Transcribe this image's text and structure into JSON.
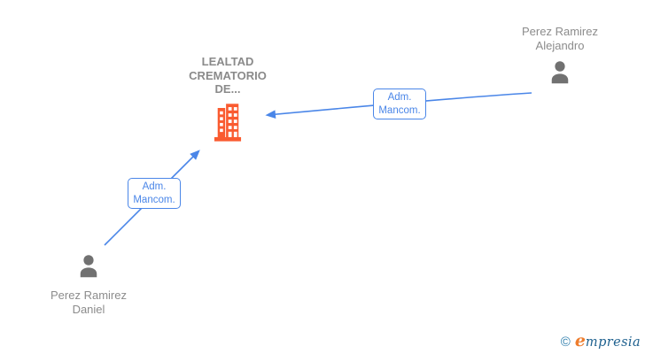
{
  "diagram": {
    "company": {
      "name": "LEALTAD CREMATORIO DE...",
      "icon": "building-icon",
      "icon_color": "#fa5b30"
    },
    "people": {
      "alejandro": {
        "name": "Perez Ramirez Alejandro",
        "icon": "person-icon",
        "icon_color": "#717171"
      },
      "daniel": {
        "name": "Perez Ramirez Daniel",
        "icon": "person-icon",
        "icon_color": "#717171"
      }
    },
    "edges": {
      "daniel_to_company": {
        "from": "Perez Ramirez Daniel",
        "to": "LEALTAD CREMATORIO DE...",
        "role": "Adm. Mancom.",
        "label_lines": [
          "Adm.",
          "Mancom."
        ]
      },
      "alejandro_to_company": {
        "from": "Perez Ramirez Alejandro",
        "to": "LEALTAD CREMATORIO DE...",
        "role": "Adm. Mancom.",
        "label_lines": [
          "Adm.",
          "Mancom."
        ]
      }
    }
  },
  "watermark": {
    "copyright": "©",
    "brand_first": "e",
    "brand_rest": "mpresia"
  },
  "colors": {
    "edge_blue": "#4a86e8",
    "label_gray": "#8c8c8c",
    "person_gray": "#717171",
    "building_orange": "#fa5b30",
    "logo_orange": "#ee7d2e",
    "logo_blue": "#1f618f",
    "logo_copyright_blue": "#2b7cab"
  }
}
